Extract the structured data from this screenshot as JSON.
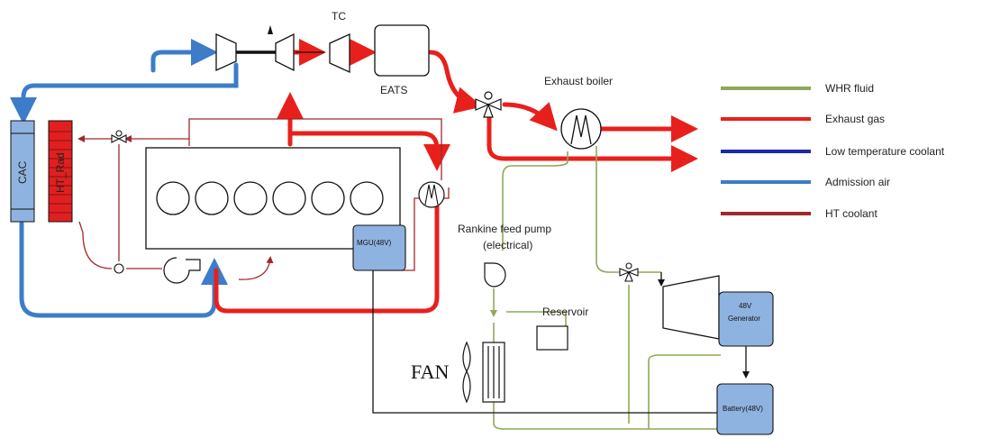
{
  "labels": {
    "tc": "TC",
    "eats": "EATS",
    "exhaust_boiler": "Exhaust boiler",
    "cac": "CAC",
    "ht_rad": "HT_Rad",
    "mgu": "MGU(48V)",
    "feed_pump_line1": "Rankine feed pump",
    "feed_pump_line2": "(electrical)",
    "reservoir": "Reservoir",
    "fan": "FAN",
    "generator_line1": "48V",
    "generator_line2": "Generator",
    "battery": "Battery(48V)"
  },
  "legend": [
    {
      "label": "WHR fluid",
      "color": "#8fa85a"
    },
    {
      "label": "Exhaust gas",
      "color": "#e8201c"
    },
    {
      "label": "Low temperature coolant",
      "color": "#1b2aa6"
    },
    {
      "label": "Admission air",
      "color": "#3d7cc9"
    },
    {
      "label": "HT coolant",
      "color": "#a0282a"
    }
  ],
  "colors": {
    "whr": "#8fa85a",
    "exhaust": "#e8201c",
    "lt_coolant": "#1b2aa6",
    "air": "#3d7cc9",
    "ht_coolant": "#a0282a",
    "component_fill": "#8fb3e0",
    "ht_rad_fill": "#e02020"
  }
}
